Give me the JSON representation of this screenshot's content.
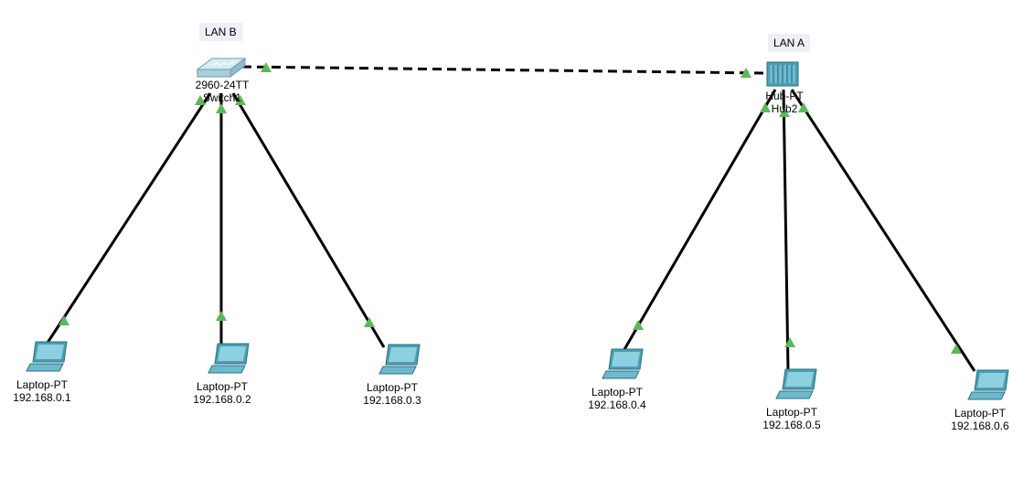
{
  "lan_labels": {
    "lan_b": "LAN B",
    "lan_a": "LAN A"
  },
  "switch": {
    "model": "2960-24TT",
    "name": "Switch1"
  },
  "hub": {
    "model": "Hub-PT",
    "name": "Hub2"
  },
  "laptops": [
    {
      "model": "Laptop-PT",
      "ip": "192.168.0.1"
    },
    {
      "model": "Laptop-PT",
      "ip": "192.168.0.2"
    },
    {
      "model": "Laptop-PT",
      "ip": "192.168.0.3"
    },
    {
      "model": "Laptop-PT",
      "ip": "192.168.0.4"
    },
    {
      "model": "Laptop-PT",
      "ip": "192.168.0.5"
    },
    {
      "model": "Laptop-PT",
      "ip": "192.168.0.6"
    }
  ],
  "colors": {
    "link": "#000000",
    "port_up": "#5cb85c",
    "device": "#4a9fb5",
    "lan_tag_bg": "#eef0f8"
  }
}
